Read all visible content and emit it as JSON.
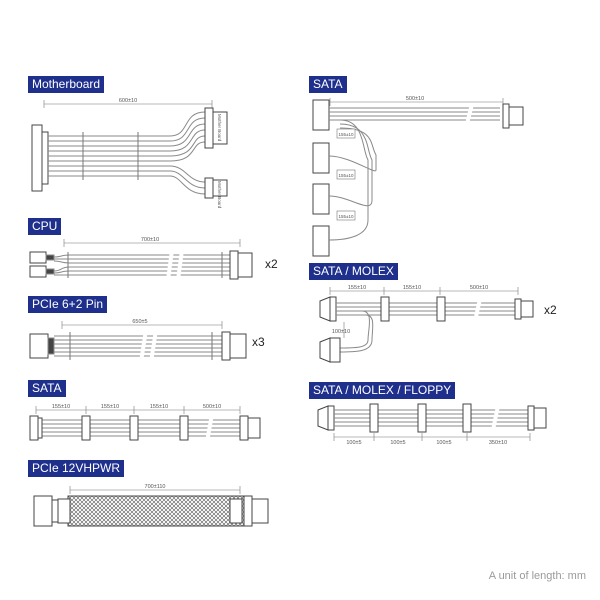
{
  "labels": {
    "motherboard": "Motherboard",
    "cpu": "CPU",
    "pcie": "PCIe 6+2 Pin",
    "sata_left": "SATA",
    "pcie_12v": "PCIe 12VHPWR",
    "sata_right": "SATA",
    "sata_molex": "SATA / MOLEX",
    "sata_molex_floppy": "SATA / MOLEX / FLOPPY"
  },
  "multipliers": {
    "cpu": "x2",
    "pcie": "x3",
    "sata_molex": "x2"
  },
  "dimensions": {
    "motherboard": [
      "600±10"
    ],
    "cpu": [
      "700±10"
    ],
    "pcie": [
      "650±5"
    ],
    "sata_left": [
      "155±10",
      "155±10",
      "155±10",
      "500±10"
    ],
    "pcie_12v": [
      "700±110"
    ],
    "sata_right": [
      "500±10",
      "155±10",
      "155±10",
      "155±10"
    ],
    "sata_molex": [
      "155±10",
      "155±10",
      "500±10",
      "100±10"
    ],
    "sata_molex_floppy": [
      "100±5",
      "100±5",
      "100±5",
      "350±10"
    ]
  },
  "connector_text": {
    "mb_small_1": "Mother Board",
    "mb_small_2": "Mother Board"
  },
  "footer": "A unit of length: mm",
  "colors": {
    "label_bg": "#1f2f8c",
    "label_text": "#ffffff",
    "cable": "#8a8a8a",
    "connector": "#444444"
  }
}
